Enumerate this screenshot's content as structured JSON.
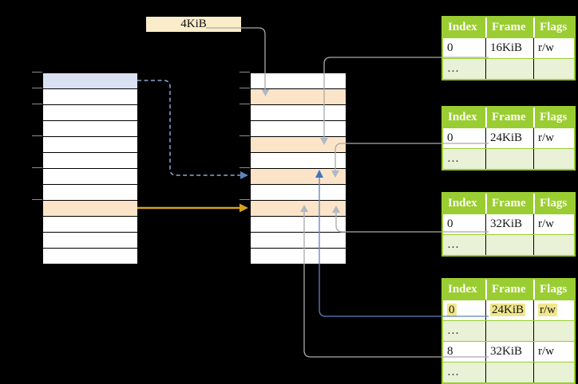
{
  "size_label": {
    "text": "4KiB"
  },
  "virtual_memory": {
    "rows": [
      "blue",
      "plain",
      "plain",
      "plain",
      "plain",
      "plain",
      "plain",
      "plain",
      "peach",
      "plain",
      "plain",
      "plain"
    ]
  },
  "physical_memory": {
    "rows": [
      "plain",
      "peach",
      "plain",
      "plain",
      "peach",
      "plain",
      "peach",
      "plain",
      "peach",
      "plain",
      "plain",
      "plain"
    ]
  },
  "page_tables": [
    {
      "headers": [
        "Index",
        "Frame",
        "Flags"
      ],
      "rows": [
        {
          "variant": "data",
          "highlight": false,
          "cells": [
            "0",
            "16KiB",
            "r/w"
          ]
        },
        {
          "variant": "dots",
          "highlight": false,
          "cells": [
            "…",
            "",
            ""
          ]
        }
      ]
    },
    {
      "headers": [
        "Index",
        "Frame",
        "Flags"
      ],
      "rows": [
        {
          "variant": "data",
          "highlight": false,
          "cells": [
            "0",
            "24KiB",
            "r/w"
          ]
        },
        {
          "variant": "dots",
          "highlight": false,
          "cells": [
            "…",
            "",
            ""
          ]
        }
      ]
    },
    {
      "headers": [
        "Index",
        "Frame",
        "Flags"
      ],
      "rows": [
        {
          "variant": "data",
          "highlight": false,
          "cells": [
            "0",
            "32KiB",
            "r/w"
          ]
        },
        {
          "variant": "dots",
          "highlight": false,
          "cells": [
            "…",
            "",
            ""
          ]
        }
      ]
    },
    {
      "headers": [
        "Index",
        "Frame",
        "Flags"
      ],
      "rows": [
        {
          "variant": "data",
          "highlight": true,
          "cells": [
            "0",
            "24KiB",
            "r/w"
          ]
        },
        {
          "variant": "dots",
          "highlight": false,
          "cells": [
            "…",
            "",
            ""
          ]
        },
        {
          "variant": "data",
          "highlight": false,
          "cells": [
            "8",
            "32KiB",
            "r/w"
          ]
        },
        {
          "variant": "dots",
          "highlight": false,
          "cells": [
            "…",
            "",
            ""
          ]
        }
      ]
    }
  ],
  "colors": {
    "bg": "#000000",
    "cell-white": "#ffffff",
    "border-black": "#000000",
    "row-blue": "#d9e2f3",
    "row-peach": "#fce4c8",
    "box-cream": "#fbedc9",
    "green": "#9acd32",
    "green-light": "#e9f1d6",
    "header-text": "#fdfdf3",
    "highlight": "#f0e68c",
    "tick-gray": "#8c8c8c",
    "line-gray": "#a9a9a9",
    "arrow-gray": "#afb8c6",
    "line-blue": "#5b84c0",
    "arrow-blue": "#4472c4",
    "dash-blue": "#8aa5d6",
    "orange": "#d5a021"
  }
}
